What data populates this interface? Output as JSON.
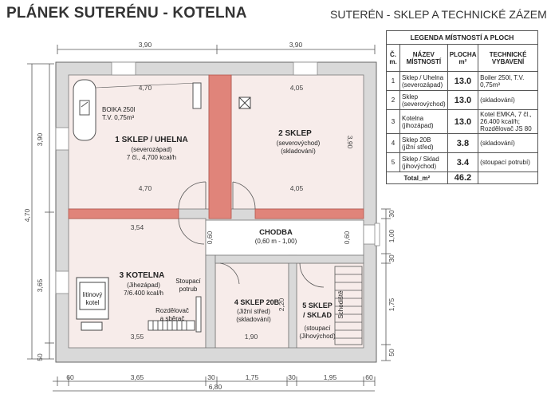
{
  "titles": {
    "left": "PLÁNEK SUTERÉNU - KOTELNA",
    "right": "SUTERÉN - SKLEP A TECHNICKÉ ZÁZEMÍ"
  },
  "legend": {
    "caption": "LEGENDA MÍSTNOSTÍ A PLOCH",
    "headers": [
      "Č. m.",
      "NÁZEV MÍSTNOSTÍ",
      "PLOCHA m²",
      "TECHNICKÉ VYBAVENÍ"
    ],
    "rows": [
      {
        "num": "1",
        "name": "Sklep / Uhelna (severozápad)",
        "area": "13.0",
        "note": "Boiler 250l, T.V. 0,75m³"
      },
      {
        "num": "2",
        "name": "Sklep (severovýchod)",
        "area": "13.0",
        "note": "(skladování)"
      },
      {
        "num": "3",
        "name": "Kotelna (jihozápad)",
        "area": "13.0",
        "note": "Kotel EMKA, 7 čl., 26.400 kcal/h; Rozdělovač JS 80"
      },
      {
        "num": "4",
        "name": "Sklep 20B (jižní střed)",
        "area": "3.8",
        "note": "(skladování)"
      },
      {
        "num": "5",
        "name": "Sklep / Sklad (jihovýchod)",
        "area": "3.4",
        "note": "(stoupací potrubí)"
      }
    ],
    "total_label": "Total_m²",
    "total_value": "46.2"
  },
  "rooms": {
    "r1": {
      "name": "1 SKLEP / UHELNA",
      "sub1": "(severozápad)",
      "sub2": "7 čl., 4,700 kcal/h"
    },
    "r2": {
      "name": "2 SKLEP",
      "sub1": "(severovýchod)",
      "sub2": "(skladování)"
    },
    "chodba": {
      "name": "CHODBA",
      "sub1": "(0,60 m - 1,00)"
    },
    "r3": {
      "name": "3 KOTELNA",
      "sub1": "(Jihezápad)",
      "sub2": "7/6.400 kcal/h"
    },
    "r4": {
      "name": "4 SKLEP 20B",
      "sub1": "(Jižní střed)",
      "sub2": "(skladování)"
    },
    "r5": {
      "name": "5 SKLEP",
      "name2": "/ SKLAD",
      "sub1": "(stoupací",
      "sub2": "(Jihovýchod)"
    }
  },
  "equipment": {
    "boiler1": "BOIKA 250l",
    "boiler2": "T.V. 0,75m³",
    "kotel1": "litinový",
    "kotel2": "kotel",
    "stoupaci1": "Stoupací",
    "stoupaci2": "potrub",
    "rozdelovac1": "Rozdělovač",
    "rozdelovac2": "a sběrač",
    "stairs": "Schodiště"
  },
  "dims": {
    "top_left": "3,90",
    "top_right": "3,90",
    "r1_top": "4,70",
    "r2_top": "4,05",
    "r1_bottom": "4,70",
    "r2_bottom": "4,05",
    "r2_height": "3,90",
    "corridor_w": "3,54",
    "corr_gap_l": "0,60",
    "corr_gap_r": "0,60",
    "r3_bottom": "3,55",
    "r4_bottom": "1,90",
    "r4_height": "2,20",
    "left_upper": "3,90",
    "left_total": "4,70",
    "left_lower": "3,65",
    "left_bot": "50",
    "right_30": "30",
    "right_100": "1,00",
    "right_30b": "30",
    "right_175": "1,75",
    "right_50": "50",
    "b_60": "60",
    "b_365": "3,65",
    "b_30": "30",
    "b_175": "1,75",
    "b_30b": "30",
    "b_195": "1,95",
    "b_60b": "60",
    "b_total": "6,80"
  }
}
